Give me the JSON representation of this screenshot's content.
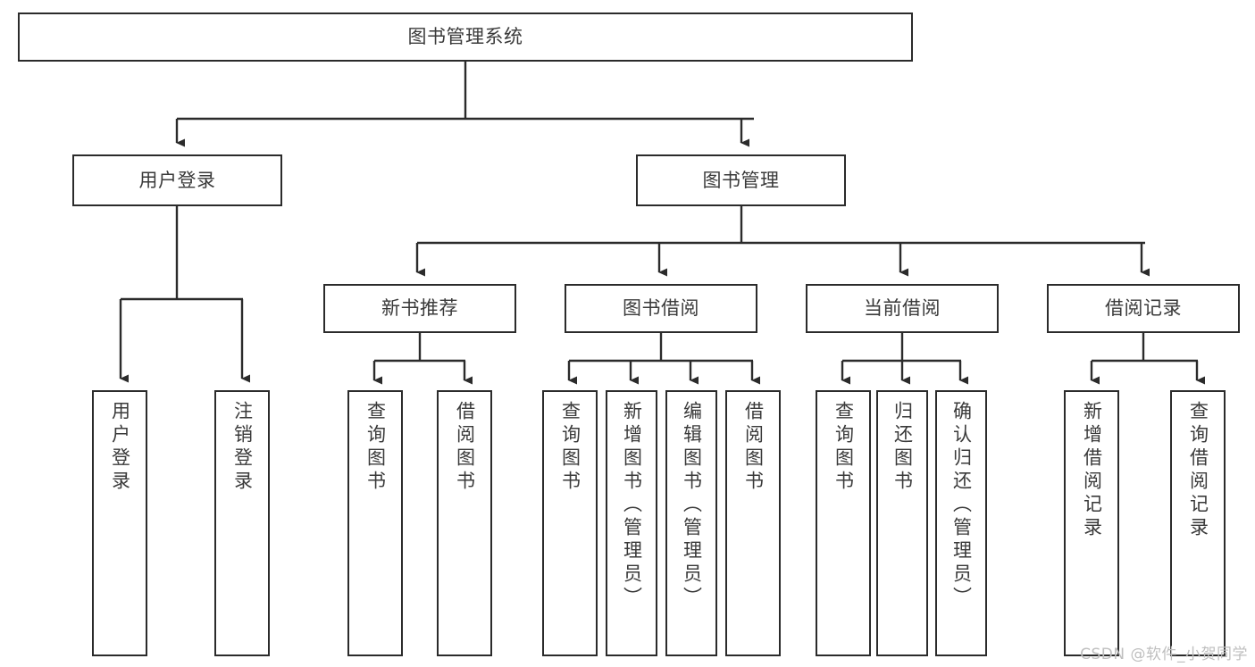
{
  "diagram": {
    "title": "图书管理系统",
    "type": "tree-hierarchy",
    "colors": {
      "box_border": "#2b2b2b",
      "box_fill": "#ffffff",
      "connector": "#2b2b2b",
      "text": "#3a3a3a",
      "watermark": "#bfbfbf",
      "background": "#ffffff"
    },
    "nodes": {
      "root": {
        "label": "图书管理系统",
        "orientation": "horizontal"
      },
      "level2": [
        {
          "id": "user-login",
          "label": "用户登录",
          "orientation": "horizontal"
        },
        {
          "id": "book-management",
          "label": "图书管理",
          "orientation": "horizontal"
        }
      ],
      "level3": [
        {
          "id": "new-book-recommend",
          "label": "新书推荐",
          "orientation": "horizontal"
        },
        {
          "id": "book-borrow",
          "label": "图书借阅",
          "orientation": "horizontal"
        },
        {
          "id": "current-borrow",
          "label": "当前借阅",
          "orientation": "horizontal"
        },
        {
          "id": "borrow-record",
          "label": "借阅记录",
          "orientation": "horizontal"
        }
      ],
      "leaves": [
        {
          "id": "leaf-user-login",
          "label": "用户登录",
          "parent": "user-login",
          "orientation": "vertical"
        },
        {
          "id": "leaf-logout-login",
          "label": "注销登录",
          "parent": "user-login",
          "orientation": "vertical"
        },
        {
          "id": "leaf-query-book-1",
          "label": "查询图书",
          "parent": "new-book-recommend",
          "orientation": "vertical"
        },
        {
          "id": "leaf-borrow-book-1",
          "label": "借阅图书",
          "parent": "new-book-recommend",
          "orientation": "vertical"
        },
        {
          "id": "leaf-query-book-2",
          "label": "查询图书",
          "parent": "book-borrow",
          "orientation": "vertical"
        },
        {
          "id": "leaf-add-book",
          "label": "新增图书（管理员）",
          "parent": "book-borrow",
          "orientation": "vertical"
        },
        {
          "id": "leaf-edit-book",
          "label": "编辑图书（管理员）",
          "parent": "book-borrow",
          "orientation": "vertical"
        },
        {
          "id": "leaf-borrow-book-2",
          "label": "借阅图书",
          "parent": "book-borrow",
          "orientation": "vertical"
        },
        {
          "id": "leaf-query-book-3",
          "label": "查询图书",
          "parent": "current-borrow",
          "orientation": "vertical"
        },
        {
          "id": "leaf-return-book",
          "label": "归还图书",
          "parent": "current-borrow",
          "orientation": "vertical"
        },
        {
          "id": "leaf-confirm-return",
          "label": "确认归还（管理员）",
          "parent": "current-borrow",
          "orientation": "vertical"
        },
        {
          "id": "leaf-add-borrow-record",
          "label": "新增借阅记录",
          "parent": "borrow-record",
          "orientation": "vertical"
        },
        {
          "id": "leaf-query-borrow-record",
          "label": "查询借阅记录",
          "parent": "borrow-record",
          "orientation": "vertical"
        }
      ]
    }
  },
  "watermark": {
    "text": "CSDN @软件_小贺同学"
  }
}
